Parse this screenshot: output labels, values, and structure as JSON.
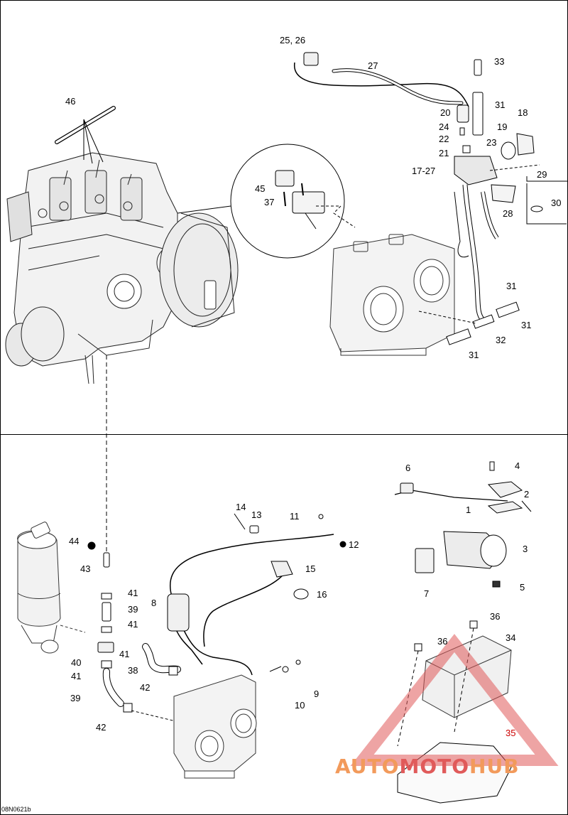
{
  "drawing_code": "08N0621b",
  "watermark": {
    "part1": "AUTO",
    "part2": "MOTO",
    "part3": "HUB",
    "color_light": "#f29a5b",
    "color_dark": "#e05a5a"
  },
  "callouts": {
    "c25_26": "25, 26",
    "c27": "27",
    "c33": "33",
    "c31a": "31",
    "c20": "20",
    "c18": "18",
    "c24": "24",
    "c19": "19",
    "c22": "22",
    "c23": "23",
    "c21": "21",
    "c17_27": "17-27",
    "c29": "29",
    "c30": "30",
    "c28": "28",
    "c31b": "31",
    "c31c": "31",
    "c32": "32",
    "c31d": "31",
    "c46": "46",
    "c45": "45",
    "c37": "37",
    "c6": "6",
    "c4": "4",
    "c2": "2",
    "c1": "1",
    "c3": "3",
    "c5": "5",
    "c7": "7",
    "c14": "14",
    "c13": "13",
    "c11": "11",
    "c12": "12",
    "c15": "15",
    "c16": "16",
    "c8": "8",
    "c44": "44",
    "c43": "43",
    "c41a": "41",
    "c39a": "39",
    "c41b": "41",
    "c41c": "41",
    "c40": "40",
    "c41d": "41",
    "c38": "38",
    "c42a": "42",
    "c39b": "39",
    "c42b": "42",
    "c9": "9",
    "c10": "10",
    "c36a": "36",
    "c36b": "36",
    "c34": "34",
    "c35": "35"
  }
}
